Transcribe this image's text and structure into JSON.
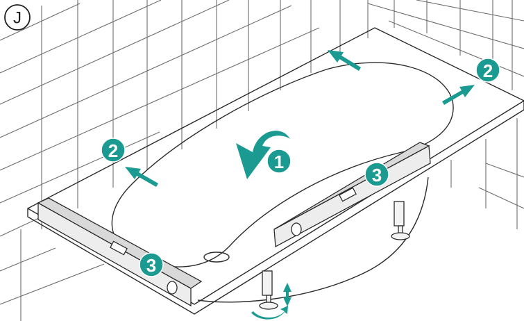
{
  "step_label": "J",
  "badges": {
    "rotate": "1",
    "arrow_top_right": "2",
    "arrow_left": "2",
    "level_right": "3",
    "level_left": "3"
  },
  "colors": {
    "accent": "#1a9a91",
    "line": "#2b2b2b",
    "tile_grid": "#6d6d6d",
    "surface": "#ececec"
  },
  "icons": [
    "curved-rotate-arrow-icon",
    "straight-arrow-icon",
    "spirit-level-icon",
    "adjustable-foot-icon",
    "rotate-adjust-arrow-icon"
  ]
}
